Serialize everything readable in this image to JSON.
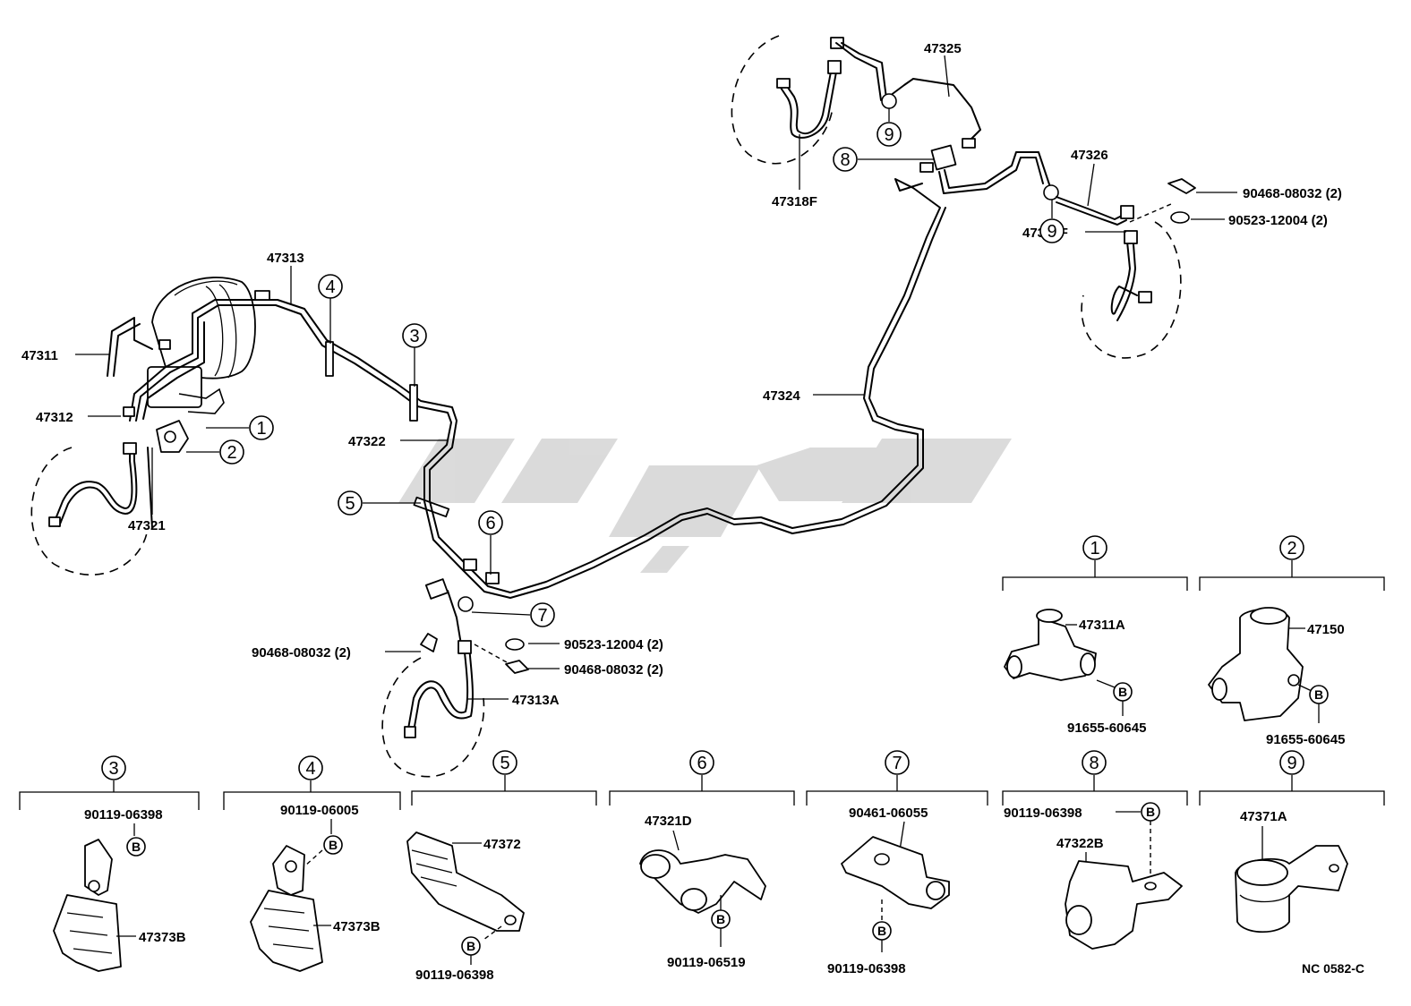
{
  "watermark": {
    "color": "#bdbdbd"
  },
  "labels": {
    "p47311": "47311",
    "p47312": "47312",
    "p47313": "47313",
    "p47321": "47321",
    "p47322": "47322",
    "p47324": "47324",
    "p47325": "47325",
    "p47326": "47326",
    "p47318F": "47318F",
    "p47319F": "47319F",
    "p47313A": "47313A",
    "front_clip_upper": "90468-08032 (2)",
    "front_grommet": "90523-12004 (2)",
    "center_clip_left": "90468-08032 (2)",
    "center_grommet": "90523-12004 (2)",
    "center_clip_right": "90468-08032 (2)",
    "doc_code": "NC 0582-C"
  },
  "callouts": {
    "c1": "1",
    "c2": "2",
    "c3": "3",
    "c4": "4",
    "c5": "5",
    "c6": "6",
    "c7": "7",
    "c8": "8",
    "c9": "9",
    "c9b": "9"
  },
  "details": {
    "d1": {
      "num": "1",
      "part": "47311A",
      "bolt_mark": "B",
      "bolt": "91655-60645"
    },
    "d2": {
      "num": "2",
      "part": "47150",
      "bolt_mark": "B",
      "bolt": "91655-60645"
    },
    "d3": {
      "num": "3",
      "part": "47373B",
      "bolt_mark": "B",
      "bolt": "90119-06398"
    },
    "d4": {
      "num": "4",
      "part": "47373B",
      "bolt_mark": "B",
      "bolt": "90119-06005"
    },
    "d5": {
      "num": "5",
      "part": "47372",
      "bolt_mark": "B",
      "bolt": "90119-06398"
    },
    "d6": {
      "num": "6",
      "part": "47321D",
      "bolt_mark": "B",
      "bolt": "90119-06519"
    },
    "d7": {
      "num": "7",
      "part": "90461-06055",
      "bolt_mark": "B",
      "bolt": "90119-06398"
    },
    "d8": {
      "num": "8",
      "part": "47322B",
      "bolt_mark": "B",
      "bolt": "90119-06398"
    },
    "d9": {
      "num": "9",
      "part": "47371A"
    }
  }
}
